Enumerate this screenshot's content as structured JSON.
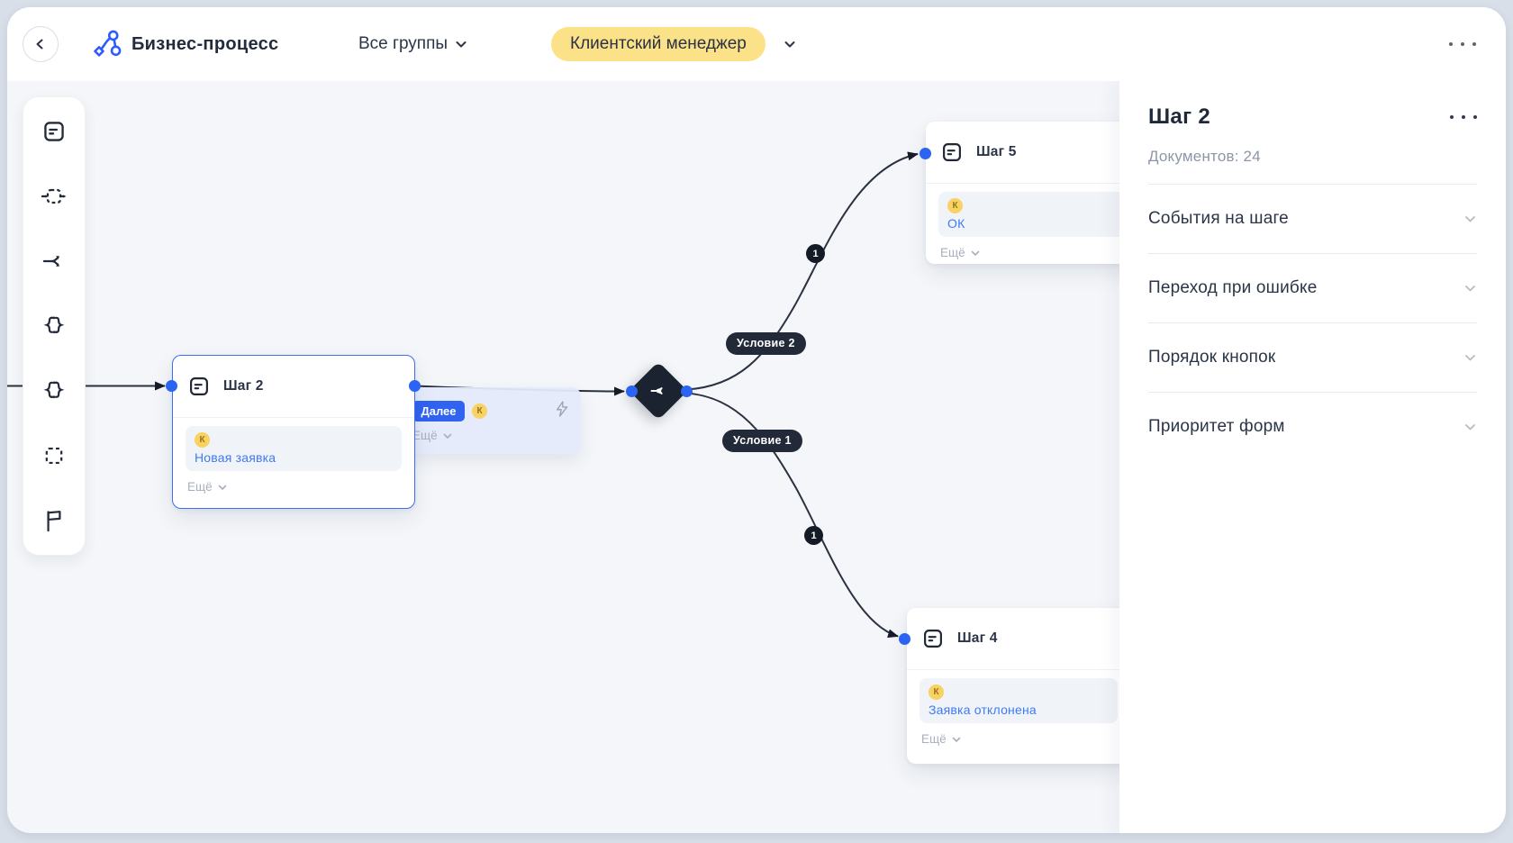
{
  "header": {
    "title": "Бизнес-процесс",
    "groups_label": "Все группы",
    "role_label": "Клиентский менеджер"
  },
  "toolbar": {
    "tools": [
      {
        "name": "step-card"
      },
      {
        "name": "subprocess"
      },
      {
        "name": "branch-condition"
      },
      {
        "name": "loop-clockwise"
      },
      {
        "name": "loop-counterclockwise"
      },
      {
        "name": "selection-area"
      },
      {
        "name": "flag"
      }
    ]
  },
  "canvas": {
    "step2": {
      "title": "Шаг 2",
      "badge": "К",
      "doc": "Новая заявка",
      "more": "Ещё"
    },
    "step5": {
      "title": "Шаг 5",
      "badge": "К",
      "doc": "ОК",
      "more": "Ещё"
    },
    "step4": {
      "title": "Шаг 4",
      "badge": "К",
      "doc": "Заявка отклонена",
      "more": "Ещё"
    },
    "popover": {
      "button": "Далее",
      "badge": "К",
      "more": "Ещё"
    },
    "edge_top": {
      "label": "Условие 2",
      "badge": "1"
    },
    "edge_bottom": {
      "label": "Условие 1",
      "badge": "1"
    }
  },
  "panel": {
    "title": "Шаг 2",
    "documents": "Документов: 24",
    "sections": [
      {
        "label": "События на шаге"
      },
      {
        "label": "Переход при ошибке"
      },
      {
        "label": "Порядок кнопок"
      },
      {
        "label": "Приоритет форм"
      }
    ]
  },
  "icons": {
    "back": "chevron-left",
    "logo": "process-flow",
    "dropdown": "chevron-down",
    "menu": "ellipsis",
    "popover_action": "lightning",
    "diamond": "branch-fork"
  },
  "colors": {
    "accent": "#2b63f2",
    "logo": "#2e5bff",
    "role_pill_bg": "#fbe289",
    "k_badge_bg": "#f8d263",
    "k_badge_text": "#96731c",
    "link_blue": "#3f7af6",
    "dark_node": "#1b2230",
    "edge": "#2a3140",
    "canvas_bg": "#f4f6f9",
    "panel_bg": "#ffffff"
  }
}
